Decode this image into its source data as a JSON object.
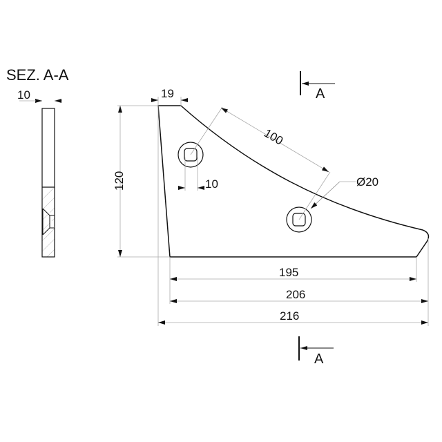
{
  "title": "SEZ. A-A",
  "section_marker": "A",
  "dimensions": {
    "section_thickness": "10",
    "top_width": "19",
    "height": "120",
    "square_hole": "10",
    "hole_spacing": "100",
    "hole_diameter": "Ø20",
    "bottom_length": "195",
    "mid_length": "206",
    "overall_length": "216"
  },
  "colors": {
    "line": "#111111",
    "dimension": "#888888"
  }
}
